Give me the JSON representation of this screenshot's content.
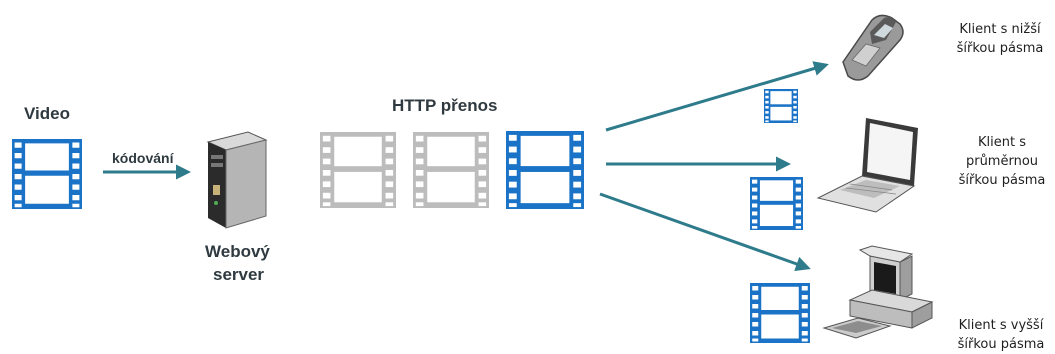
{
  "labels": {
    "video": "Video",
    "encoding": "kódování",
    "server_line1": "Webový",
    "server_line2": "server",
    "transfer": "HTTP přenos",
    "client_low_1": "Klient s nižší",
    "client_low_2": "šířkou pásma",
    "client_mid_1": "Klient s",
    "client_mid_2": "průměrnou",
    "client_mid_3": "šířkou pásma",
    "client_high_1": "Klient s vyšší",
    "client_high_2": "šířkou pásma"
  },
  "colors": {
    "film_blue": "#1a73c6",
    "film_gray": "#bcbcbc",
    "arrow": "#2e7b8c",
    "text": "#3a4248"
  },
  "icons": [
    "film-strip-icon",
    "server-icon",
    "mobile-phone-icon",
    "laptop-icon",
    "desktop-computer-icon"
  ]
}
